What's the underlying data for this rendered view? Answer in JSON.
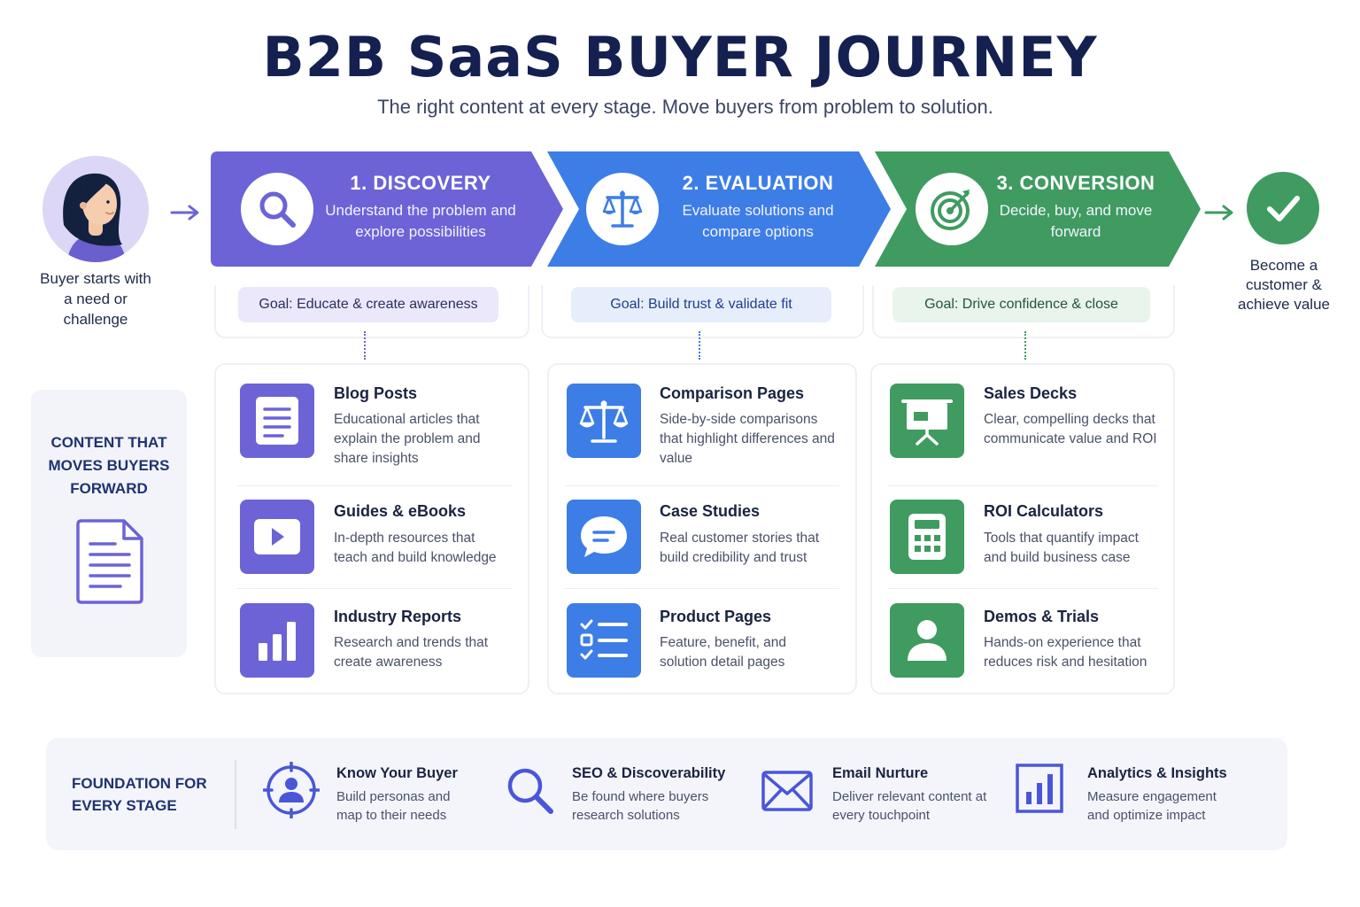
{
  "header": {
    "title": "B2B SaaS BUYER JOURNEY",
    "subtitle": "The right content at every stage.  Move buyers from problem to solution."
  },
  "start": {
    "label": "Buyer starts with a need or challenge",
    "icon": "person-avatar-icon"
  },
  "stages": [
    {
      "title": "1. DISCOVERY",
      "description": "Understand the problem and explore possibilities",
      "goal": "Goal: Educate & create awareness",
      "icon": "magnifier-icon",
      "color": "#6c63d6",
      "items": [
        {
          "title": "Blog Posts",
          "description": "Educational articles that explain the problem and share insights",
          "icon": "document-icon"
        },
        {
          "title": "Guides & eBooks",
          "description": "In-depth resources that teach and build knowledge",
          "icon": "play-icon"
        },
        {
          "title": "Industry Reports",
          "description": "Research and trends that create awareness",
          "icon": "bar-chart-icon"
        }
      ]
    },
    {
      "title": "2. EVALUATION",
      "description": "Evaluate solutions and compare options",
      "goal": "Goal: Build trust & validate fit",
      "icon": "scale-icon",
      "color": "#3d7de6",
      "items": [
        {
          "title": "Comparison Pages",
          "description": "Side-by-side comparisons that highlight differences and value",
          "icon": "scale-icon"
        },
        {
          "title": "Case Studies",
          "description": "Real customer stories that build credibility and trust",
          "icon": "chat-bubble-icon"
        },
        {
          "title": "Product Pages",
          "description": "Feature, benefit, and solution detail pages",
          "icon": "checklist-icon"
        }
      ]
    },
    {
      "title": "3. CONVERSION",
      "description": "Decide, buy, and move forward",
      "goal": "Goal: Drive confidence & close",
      "icon": "target-icon",
      "color": "#3f9b60",
      "items": [
        {
          "title": "Sales Decks",
          "description": "Clear, compelling decks that communicate value and ROI",
          "icon": "presentation-icon"
        },
        {
          "title": "ROI Calculators",
          "description": "Tools that quantify impact and build business case",
          "icon": "calculator-icon"
        },
        {
          "title": "Demos & Trials",
          "description": "Hands-on experience that reduces risk and hesitation",
          "icon": "user-icon"
        }
      ]
    }
  ],
  "side_panel": {
    "title": "CONTENT THAT MOVES BUYERS FORWARD",
    "icon": "document-icon"
  },
  "final": {
    "label": "Become a customer & achieve value",
    "icon": "checkmark-icon"
  },
  "footer": {
    "title": "FOUNDATION FOR EVERY STAGE",
    "items": [
      {
        "title": "Know Your Buyer",
        "description": "Build personas and map to their needs",
        "icon": "target-user-icon"
      },
      {
        "title": "SEO & Discoverability",
        "description": "Be found where buyers research solutions",
        "icon": "magnifier-icon"
      },
      {
        "title": "Email Nurture",
        "description": "Deliver relevant content at every touchpoint",
        "icon": "envelope-icon"
      },
      {
        "title": "Analytics & Insights",
        "description": "Measure engagement and optimize impact",
        "icon": "bar-chart-icon"
      }
    ]
  },
  "colors": {
    "discovery": "#6c63d6",
    "evaluation": "#3d7de6",
    "conversion": "#3f9b60",
    "title": "#14204f"
  }
}
